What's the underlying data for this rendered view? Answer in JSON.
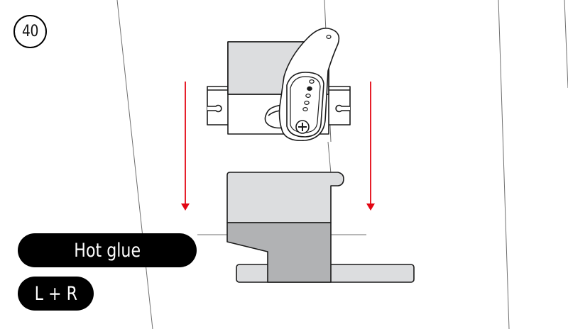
{
  "step": {
    "number": "40"
  },
  "labels": {
    "adhesive": "Hot glue",
    "sides": "L + R"
  },
  "illustration": {
    "description": "Servo with horn being lowered onto mounting bracket",
    "components": [
      "servo-body",
      "mounting-tabs",
      "servo-horn",
      "horn-screw",
      "bracket",
      "base-plate"
    ],
    "motion": "down",
    "arrow_count": 2
  },
  "colors": {
    "arrow": "#e30613",
    "outline": "#1a1a1a",
    "light_gray": "#dcdddf",
    "dark_gray": "#b1b2b4",
    "guide_line": "#6f6f6f",
    "label_bg": "#000000",
    "label_text": "#ffffff"
  }
}
